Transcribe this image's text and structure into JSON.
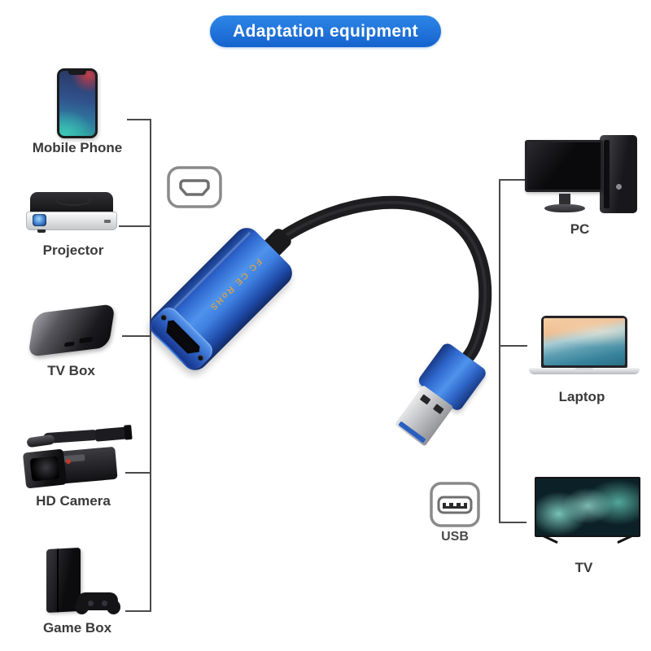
{
  "title": "Adaptation equipment",
  "theme": {
    "title_bg": "#1f6fd8",
    "title_text": "#ffffff",
    "line_color": "#4a4a4a",
    "label_color": "#3a3a3a",
    "adapter_blue": "#3e7fe0",
    "marking_gold": "#c9a355",
    "cable_color": "#1d1d20"
  },
  "left_devices": [
    {
      "label": "Mobile Phone",
      "icon": "smartphone-icon"
    },
    {
      "label": "Projector",
      "icon": "projector-icon"
    },
    {
      "label": "TV Box",
      "icon": "tv-box-icon"
    },
    {
      "label": "HD Camera",
      "icon": "camcorder-icon"
    },
    {
      "label": "Game Box",
      "icon": "game-console-icon"
    }
  ],
  "right_devices": [
    {
      "label": "PC",
      "icon": "desktop-computer-icon"
    },
    {
      "label": "Laptop",
      "icon": "laptop-icon"
    },
    {
      "label": "TV",
      "icon": "television-icon"
    }
  ],
  "connectors": {
    "hdmi_icon": "hdmi-port-icon",
    "usb_icon": "usb-port-icon",
    "usb_label": "USB"
  },
  "adapter": {
    "markings": "FC CE RoHS"
  }
}
